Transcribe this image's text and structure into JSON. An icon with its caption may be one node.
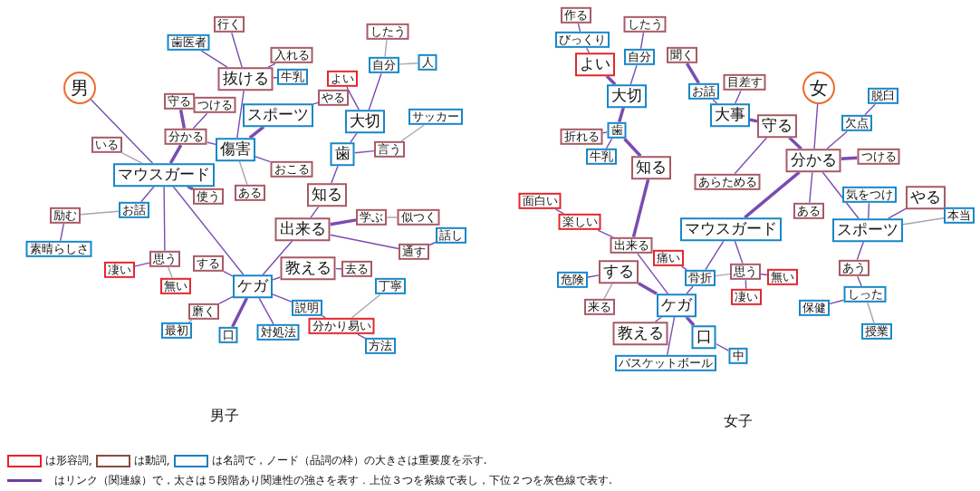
{
  "diagram": {
    "nodes": [
      {
        "text": [
          "男"
        ]
      },
      {
        "text": [
          "行く"
        ]
      },
      {
        "text": [
          "歯医者"
        ]
      },
      {
        "text": [
          "入れる"
        ]
      },
      {
        "text": [
          "抜ける"
        ]
      },
      {
        "text": [
          "牛乳"
        ]
      },
      {
        "text": [
          "守る"
        ]
      },
      {
        "text": [
          "つける"
        ]
      },
      {
        "text": [
          "スポーツ"
        ]
      },
      {
        "text": [
          "やる"
        ]
      },
      {
        "text": [
          "分かる"
        ]
      },
      {
        "text": [
          "傷害"
        ]
      },
      {
        "text": [
          "いる"
        ]
      },
      {
        "text": [
          "マウスガード"
        ]
      },
      {
        "text": [
          "使う"
        ]
      },
      {
        "text": [
          "おこる"
        ]
      },
      {
        "text": [
          "ある"
        ]
      },
      {
        "text": [
          "したう"
        ]
      },
      {
        "text": [
          "自分"
        ]
      },
      {
        "text": [
          "人"
        ]
      },
      {
        "text": [
          "よい"
        ]
      },
      {
        "text": [
          "大切"
        ]
      },
      {
        "text": [
          "サッカー"
        ]
      },
      {
        "text": [
          "歯"
        ]
      },
      {
        "text": [
          "言う"
        ]
      },
      {
        "text": [
          "知る"
        ]
      },
      {
        "text": [
          "励む"
        ]
      },
      {
        "text": [
          "お話"
        ]
      },
      {
        "text": [
          "学ぶ"
        ]
      },
      {
        "text": [
          "似つく"
        ]
      },
      {
        "text": [
          "出来る"
        ]
      },
      {
        "text": [
          "素晴らしさ"
        ]
      },
      {
        "text": [
          "話し"
        ]
      },
      {
        "text": [
          "通す"
        ]
      },
      {
        "text": [
          "思う"
        ]
      },
      {
        "text": [
          "凄い"
        ]
      },
      {
        "text": [
          "無い"
        ]
      },
      {
        "text": [
          "する"
        ]
      },
      {
        "text": [
          "教える"
        ]
      },
      {
        "text": [
          "去る"
        ]
      },
      {
        "text": [
          "ケガ"
        ]
      },
      {
        "text": [
          "丁寧"
        ]
      },
      {
        "text": [
          "磨く"
        ]
      },
      {
        "text": [
          "説明"
        ]
      },
      {
        "text": [
          "分かり易い"
        ]
      },
      {
        "text": [
          "最初"
        ]
      },
      {
        "text": [
          "口"
        ]
      },
      {
        "text": [
          "対処法"
        ]
      },
      {
        "text": [
          "方法"
        ]
      },
      {
        "text": [
          "作る"
        ]
      },
      {
        "text": [
          "びっくり"
        ]
      },
      {
        "text": [
          "したう"
        ]
      },
      {
        "text": [
          "よい"
        ]
      },
      {
        "text": [
          "自分"
        ]
      },
      {
        "text": [
          "聞く"
        ]
      },
      {
        "text": [
          "大切"
        ]
      },
      {
        "text": [
          "目差す"
        ]
      },
      {
        "text": [
          "お話"
        ]
      },
      {
        "text": [
          "女"
        ]
      },
      {
        "text": [
          "脱臼"
        ]
      },
      {
        "text": [
          "大事"
        ]
      },
      {
        "text": [
          "守る"
        ]
      },
      {
        "text": [
          "欠点"
        ]
      },
      {
        "text": [
          "歯"
        ]
      },
      {
        "text": [
          "折れる"
        ]
      },
      {
        "text": [
          "分かる"
        ]
      },
      {
        "text": [
          "つける"
        ]
      },
      {
        "text": [
          "牛乳"
        ]
      },
      {
        "text": [
          "知る"
        ]
      },
      {
        "text": [
          "あらためる"
        ]
      },
      {
        "text": [
          "面白い"
        ]
      },
      {
        "text": [
          "気をつけ"
        ]
      },
      {
        "text": [
          "やる"
        ]
      },
      {
        "text": [
          "ある"
        ]
      },
      {
        "text": [
          "楽しい"
        ]
      },
      {
        "text": [
          "本当"
        ]
      },
      {
        "text": [
          "スポーツ"
        ]
      },
      {
        "text": [
          "マウスガード"
        ]
      },
      {
        "text": [
          "出来る"
        ]
      },
      {
        "text": [
          "痛い"
        ]
      },
      {
        "text": [
          "する"
        ]
      },
      {
        "text": [
          "危険"
        ]
      },
      {
        "text": [
          "骨折"
        ]
      },
      {
        "text": [
          "思う"
        ]
      },
      {
        "text": [
          "無い"
        ]
      },
      {
        "text": [
          "あう"
        ]
      },
      {
        "text": [
          "しった"
        ]
      },
      {
        "text": [
          "凄い"
        ]
      },
      {
        "text": [
          "来る"
        ]
      },
      {
        "text": [
          "保健"
        ]
      },
      {
        "text": [
          "ケガ"
        ]
      },
      {
        "text": [
          "教える"
        ]
      },
      {
        "text": [
          "口"
        ]
      },
      {
        "text": [
          "授業"
        ]
      },
      {
        "text": [
          "中"
        ]
      },
      {
        "text": [
          "バスケットボール"
        ]
      }
    ],
    "edges": [
      {
        "from": 0,
        "to": 13,
        "arrow": "none"
      },
      {
        "from": 12,
        "to": 13,
        "arrow": "none",
        "color": "#a9a3b3"
      },
      {
        "from": 10,
        "to": 13,
        "arrow": "none",
        "style": "thick"
      },
      {
        "from": 6,
        "to": 10,
        "arrow": "none",
        "style": "thick"
      },
      {
        "from": 7,
        "to": 10,
        "arrow": "none"
      },
      {
        "from": 10,
        "to": 11,
        "arrow": "none"
      },
      {
        "from": 11,
        "to": 8,
        "arrow": "none",
        "style": "thick"
      },
      {
        "from": 8,
        "to": 9,
        "arrow": "none"
      },
      {
        "from": 11,
        "to": 4,
        "arrow": "none"
      },
      {
        "from": 4,
        "to": 1,
        "arrow": "none"
      },
      {
        "from": 4,
        "to": 2,
        "arrow": "none"
      },
      {
        "from": 4,
        "to": 3,
        "arrow": "none"
      },
      {
        "from": 4,
        "to": 5,
        "arrow": "none"
      },
      {
        "from": 11,
        "to": 15,
        "arrow": "none"
      },
      {
        "from": 11,
        "to": 16,
        "arrow": "none",
        "color": "#a9a3b3"
      },
      {
        "from": 13,
        "to": 14,
        "arrow": "none",
        "style": "thick"
      },
      {
        "from": 13,
        "to": 27,
        "arrow": "none"
      },
      {
        "from": 27,
        "to": 26,
        "arrow": "none",
        "color": "#a9a3b3"
      },
      {
        "from": 26,
        "to": 31,
        "arrow": "none"
      },
      {
        "from": 13,
        "to": 34,
        "arrow": "none"
      },
      {
        "from": 34,
        "to": 35,
        "arrow": "none"
      },
      {
        "from": 34,
        "to": 36,
        "arrow": "none",
        "color": "#a9a3b3"
      },
      {
        "from": 13,
        "to": 40,
        "arrow": "none"
      },
      {
        "from": 40,
        "to": 37,
        "arrow": "none"
      },
      {
        "from": 40,
        "to": 30,
        "arrow": "none"
      },
      {
        "from": 40,
        "to": 38,
        "arrow": "none"
      },
      {
        "from": 38,
        "to": 39,
        "arrow": "none"
      },
      {
        "from": 40,
        "to": 42,
        "arrow": "none"
      },
      {
        "from": 42,
        "to": 45,
        "arrow": "none",
        "color": "#a9a3b3"
      },
      {
        "from": 40,
        "to": 46,
        "arrow": "none",
        "style": "thick"
      },
      {
        "from": 40,
        "to": 47,
        "arrow": "none"
      },
      {
        "from": 40,
        "to": 43,
        "arrow": "none"
      },
      {
        "from": 43,
        "to": 44,
        "arrow": "none"
      },
      {
        "from": 44,
        "to": 41,
        "arrow": "none",
        "color": "#a9a3b3"
      },
      {
        "from": 44,
        "to": 48,
        "arrow": "none"
      },
      {
        "from": 30,
        "to": 25,
        "arrow": "none"
      },
      {
        "from": 25,
        "to": 23,
        "arrow": "none"
      },
      {
        "from": 23,
        "to": 21,
        "arrow": "none"
      },
      {
        "from": 21,
        "to": 20,
        "arrow": "none"
      },
      {
        "from": 21,
        "to": 18,
        "arrow": "none"
      },
      {
        "from": 18,
        "to": 17,
        "arrow": "none",
        "color": "#a9a3b3"
      },
      {
        "from": 18,
        "to": 19,
        "arrow": "none",
        "color": "#a9a3b3"
      },
      {
        "from": 23,
        "to": 24,
        "arrow": "none"
      },
      {
        "from": 24,
        "to": 22,
        "arrow": "none",
        "color": "#a9a3b3"
      },
      {
        "from": 30,
        "to": 28,
        "arrow": "none",
        "style": "thick"
      },
      {
        "from": 28,
        "to": 29,
        "arrow": "none",
        "color": "#a9a3b3"
      },
      {
        "from": 30,
        "to": 33,
        "arrow": "none"
      },
      {
        "from": 33,
        "to": 32,
        "arrow": "none"
      },
      {
        "from": 49,
        "to": 50,
        "arrow": "none"
      },
      {
        "from": 50,
        "to": 52,
        "arrow": "none"
      },
      {
        "from": 52,
        "to": 55,
        "arrow": "none",
        "style": "thick"
      },
      {
        "from": 53,
        "to": 51,
        "arrow": "none"
      },
      {
        "from": 55,
        "to": 53,
        "arrow": "none"
      },
      {
        "from": 55,
        "to": 63,
        "arrow": "none",
        "style": "thick"
      },
      {
        "from": 63,
        "to": 64,
        "arrow": "none"
      },
      {
        "from": 63,
        "to": 67,
        "arrow": "none"
      },
      {
        "from": 63,
        "to": 68,
        "arrow": "none",
        "style": "thick"
      },
      {
        "from": 68,
        "to": 78,
        "arrow": "none",
        "style": "thick"
      },
      {
        "from": 54,
        "to": 57,
        "arrow": "none",
        "style": "thick"
      },
      {
        "from": 57,
        "to": 60,
        "arrow": "none"
      },
      {
        "from": 56,
        "to": 60,
        "arrow": "none"
      },
      {
        "from": 60,
        "to": 61,
        "arrow": "none",
        "style": "thick"
      },
      {
        "from": 61,
        "to": 65,
        "arrow": "none",
        "style": "thick"
      },
      {
        "from": 61,
        "to": 69,
        "arrow": "none"
      },
      {
        "from": 58,
        "to": 65,
        "arrow": "none"
      },
      {
        "from": 65,
        "to": 62,
        "arrow": "none"
      },
      {
        "from": 62,
        "to": 59,
        "arrow": "none"
      },
      {
        "from": 65,
        "to": 66,
        "arrow": "none",
        "style": "thick"
      },
      {
        "from": 65,
        "to": 77,
        "arrow": "none",
        "style": "thick"
      },
      {
        "from": 65,
        "to": 73,
        "arrow": "none"
      },
      {
        "from": 65,
        "to": 76,
        "arrow": "none"
      },
      {
        "from": 76,
        "to": 71,
        "arrow": "none"
      },
      {
        "from": 76,
        "to": 72,
        "arrow": "none"
      },
      {
        "from": 76,
        "to": 75,
        "arrow": "none",
        "color": "#a9a3b3"
      },
      {
        "from": 76,
        "to": 85,
        "arrow": "none"
      },
      {
        "from": 85,
        "to": 86,
        "arrow": "none"
      },
      {
        "from": 86,
        "to": 89,
        "arrow": "none"
      },
      {
        "from": 86,
        "to": 93,
        "arrow": "none",
        "color": "#a9a3b3"
      },
      {
        "from": 70,
        "to": 74,
        "arrow": "none"
      },
      {
        "from": 74,
        "to": 78,
        "arrow": "none"
      },
      {
        "from": 78,
        "to": 90,
        "arrow": "none"
      },
      {
        "from": 80,
        "to": 90,
        "arrow": "none",
        "style": "thick"
      },
      {
        "from": 80,
        "to": 81,
        "arrow": "none"
      },
      {
        "from": 80,
        "to": 88,
        "arrow": "none",
        "color": "#a9a3b3"
      },
      {
        "from": 77,
        "to": 82,
        "arrow": "none"
      },
      {
        "from": 82,
        "to": 90,
        "arrow": "none"
      },
      {
        "from": 79,
        "to": 82,
        "arrow": "none"
      },
      {
        "from": 82,
        "to": 83,
        "arrow": "none",
        "color": "#a9a3b3"
      },
      {
        "from": 77,
        "to": 83,
        "arrow": "none"
      },
      {
        "from": 83,
        "to": 84,
        "arrow": "none"
      },
      {
        "from": 83,
        "to": 87,
        "arrow": "none"
      },
      {
        "from": 90,
        "to": 91,
        "arrow": "none"
      },
      {
        "from": 90,
        "to": 92,
        "arrow": "none",
        "style": "thick"
      },
      {
        "from": 92,
        "to": 94,
        "arrow": "none"
      },
      {
        "from": 90,
        "to": 95,
        "arrow": "none"
      }
    ],
    "labels": [
      "男子",
      "女子"
    ],
    "legend": [
      {
        "text": "は形容詞,",
        "color": "#e8202a"
      },
      {
        "text": "は動詞,",
        "color": "#8a4a3c"
      },
      {
        "text": "は名詞で，ノード（品詞の枠）の大きさは重要度を示す.",
        "color": "#1a7fc4"
      },
      {
        "text": "はリンク（関連線）で，太さは５段階あり関連性の強さを表す．上位３つを紫線で表し，下位２つを灰色線で表す.",
        "color": "#6b3fa0"
      }
    ]
  }
}
